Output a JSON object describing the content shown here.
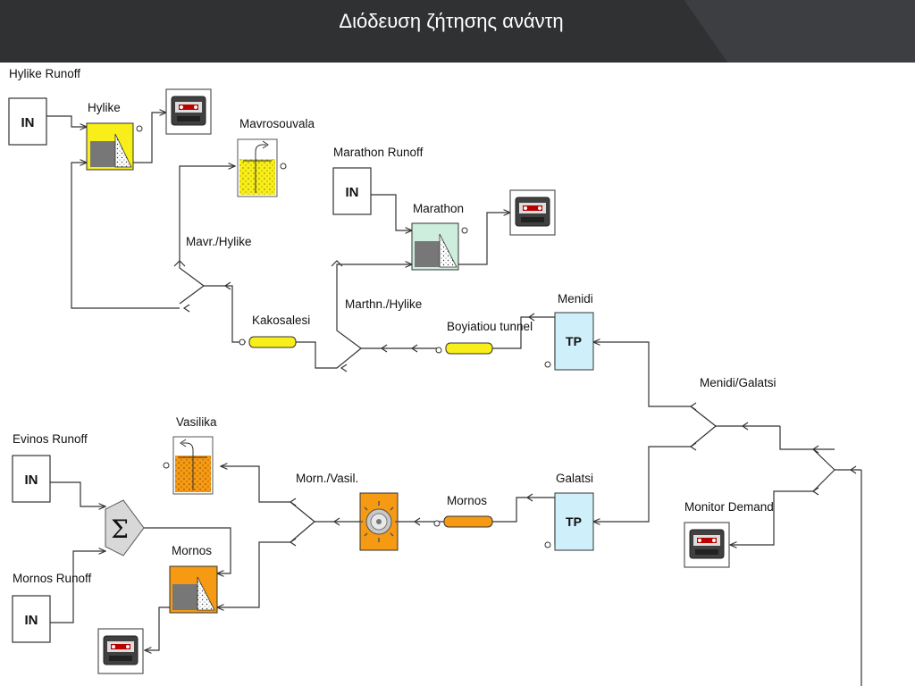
{
  "title": "Διόδευση ζήτησης ανάντη",
  "nodes": {
    "hylike_runoff": "Hylike Runoff",
    "hylike": "Hylike",
    "mavrosouvala": "Mavrosouvala",
    "mavr_hylike": "Mavr./Hylike",
    "marathon_runoff": "Marathon Runoff",
    "marathon": "Marathon",
    "marthn_hylike": "Marthn./Hylike",
    "kakosalesi": "Kakosalesi",
    "boyiatiou_tunnel": "Boyiatiou tunnel",
    "menidi": "Menidi",
    "menidi_galatsi": "Menidi/Galatsi",
    "evinos_runoff": "Evinos Runoff",
    "vasilika": "Vasilika",
    "morn_vasil": "Morn./Vasil.",
    "mornos_link": "Mornos",
    "galatsi": "Galatsi",
    "monitor_demand": "Monitor Demand",
    "mornos_runoff": "Mornos Runoff",
    "mornos_reservoir": "Mornos"
  },
  "glyphs": {
    "input": "IN",
    "treatment": "TP",
    "sum": "Σ"
  },
  "colors": {
    "title_bar": "#2f3133",
    "yellow": "#f7ee1a",
    "orange": "#f59a12",
    "light_blue": "#cfeffb",
    "light_green": "#cdeedd",
    "reservoir_gray": "#777777"
  }
}
